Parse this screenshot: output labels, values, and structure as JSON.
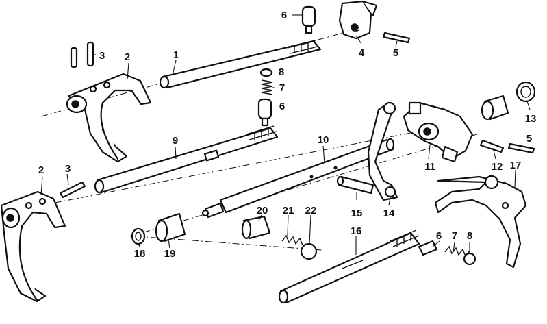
{
  "callouts": {
    "c1": "1",
    "c2a": "2",
    "c2b": "2",
    "c3a": "3",
    "c3b": "3",
    "c4": "4",
    "c5a": "5",
    "c5b": "5",
    "c6a": "6",
    "c6b": "6",
    "c6c": "6",
    "c7a": "7",
    "c7b": "7",
    "c8a": "8",
    "c8b": "8",
    "c9": "9",
    "c10": "10",
    "c11": "11",
    "c12": "12",
    "c13": "13",
    "c14": "14",
    "c15": "15",
    "c16": "16",
    "c17": "17",
    "c18": "18",
    "c19": "19",
    "c20": "20",
    "c21": "21",
    "c22": "22"
  }
}
